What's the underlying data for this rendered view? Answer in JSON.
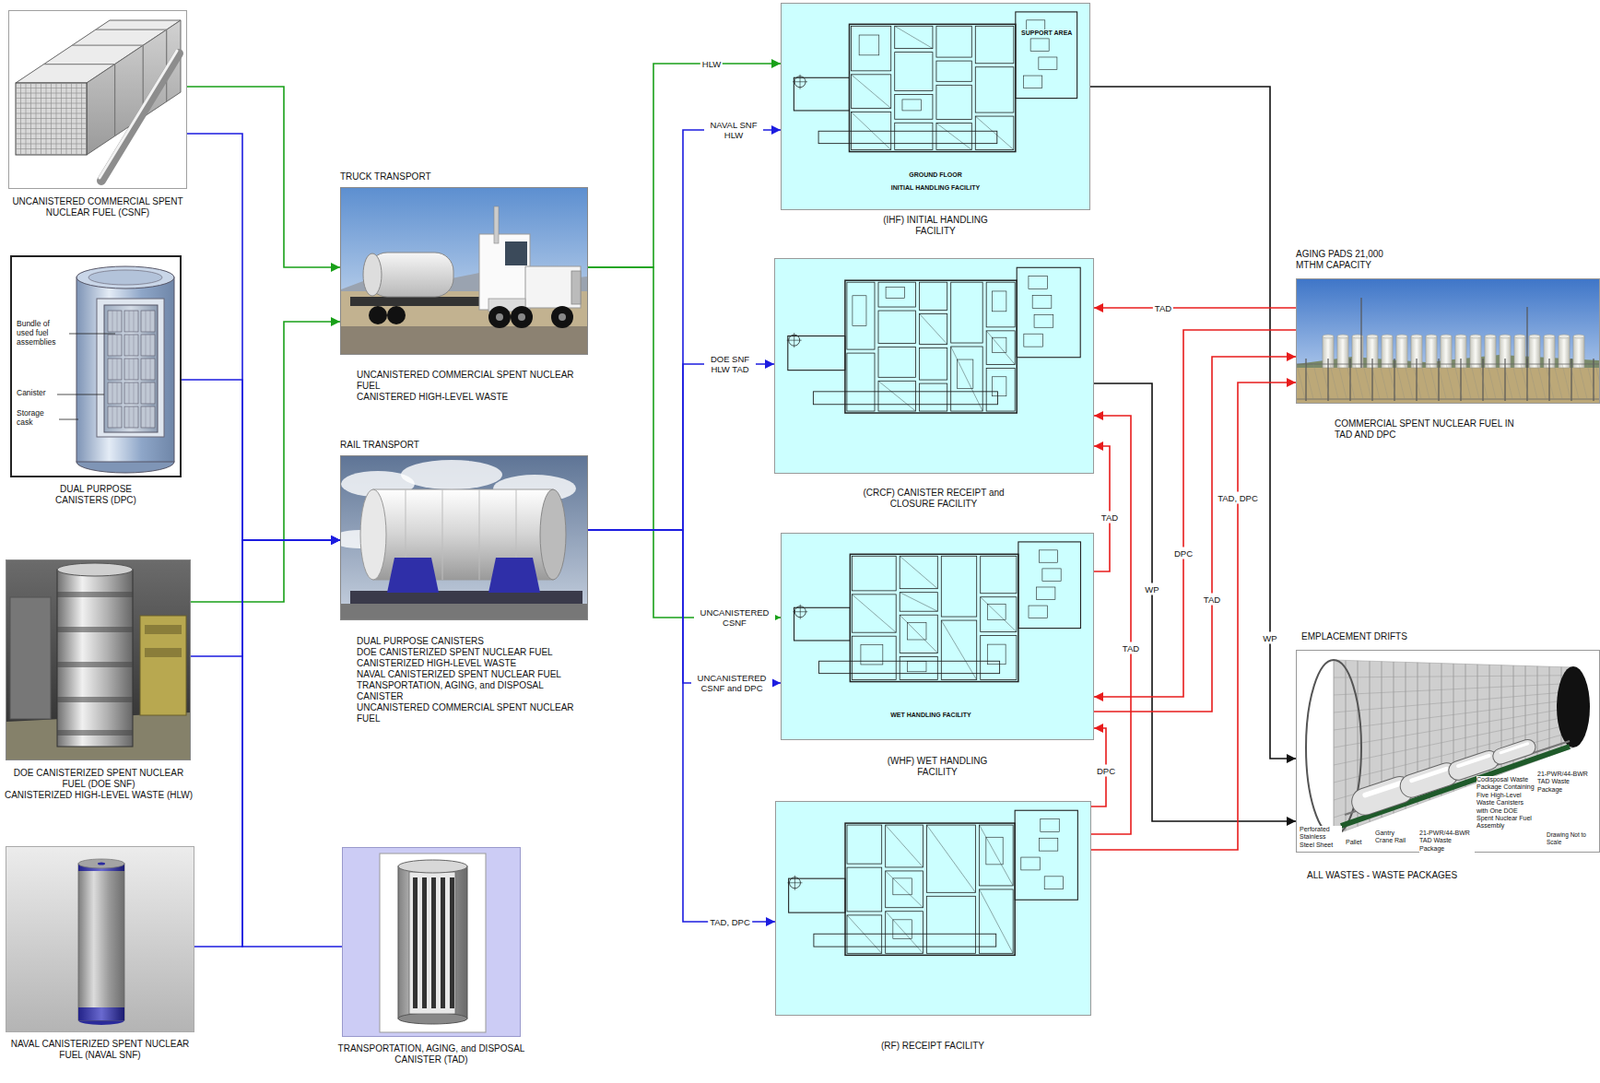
{
  "diagram": {
    "nodes": [
      {
        "text": [
          "UNCANISTERED COMMERCIAL SPENT NUCLEAR FUEL (CSNF)"
        ]
      },
      {
        "text": [
          "DUAL PURPOSE CANISTERS (DPC)"
        ]
      },
      {
        "text": [
          "DOE CANISTERIZED SPENT NUCLEAR FUEL (DOE SNF)",
          "CANISTERIZED HIGH-LEVEL WASTE (HLW)"
        ]
      },
      {
        "text": [
          "NAVAL CANISTERIZED SPENT NUCLEAR FUEL (NAVAL SNF)"
        ]
      },
      {
        "text": [
          "TRUCK TRANSPORT",
          "UNCANISTERED COMMERCIAL SPENT NUCLEAR FUEL",
          "CANISTERED HIGH-LEVEL WASTE"
        ]
      },
      {
        "text": [
          "RAIL TRANSPORT",
          "DUAL PURPOSE CANISTERS",
          "DOE CANISTERIZED SPENT NUCLEAR FUEL",
          "CANISTERIZED HIGH-LEVEL WASTE",
          "NAVAL CANISTERIZED SPENT NUCLEAR FUEL",
          "TRANSPORTATION, AGING, and DISPOSAL CANISTER",
          "UNCANISTERED COMMERCIAL SPENT NUCLEAR FUEL"
        ]
      },
      {
        "text": [
          "TRANSPORTATION, AGING, and DISPOSAL CANISTER (TAD)"
        ]
      },
      {
        "text": [
          "(IHF) INITIAL HANDLING FACILITY"
        ]
      },
      {
        "text": [
          "(CRCF) CANISTER RECEIPT and CLOSURE FACILITY"
        ]
      },
      {
        "text": [
          "(WHF) WET HANDLING FACILITY"
        ]
      },
      {
        "text": [
          "(RF) RECEIPT FACILITY"
        ]
      },
      {
        "text": [
          "AGING PADS 21,000 MTHM CAPACITY",
          "COMMERCIAL SPENT NUCLEAR FUEL IN TAD AND DPC"
        ]
      },
      {
        "text": [
          "EMPLACEMENT DRIFTS",
          "ALL WASTES - WASTE PACKAGES"
        ]
      }
    ],
    "edges": [
      {
        "from": 0,
        "to": 4,
        "arrow": "to"
      },
      {
        "from": 0,
        "to": 5,
        "arrow": "to"
      },
      {
        "from": 1,
        "to": 5,
        "arrow": "to"
      },
      {
        "from": 2,
        "to": 4,
        "arrow": "to"
      },
      {
        "from": 2,
        "to": 5,
        "arrow": "to"
      },
      {
        "from": 3,
        "to": 5,
        "arrow": "to"
      },
      {
        "from": 6,
        "to": 5,
        "arrow": "to"
      },
      {
        "from": 4,
        "to": 7,
        "label": "HLW",
        "arrow": "to"
      },
      {
        "from": 4,
        "to": 9,
        "label": "UNCANISTERED CSNF",
        "arrow": "to"
      },
      {
        "from": 5,
        "to": 7,
        "label": "NAVAL SNF HLW",
        "arrow": "to"
      },
      {
        "from": 5,
        "to": 8,
        "label": "DOE SNF HLW TAD",
        "arrow": "to"
      },
      {
        "from": 5,
        "to": 9,
        "label": "UNCANISTERED CSNF and DPC",
        "arrow": "to"
      },
      {
        "from": 5,
        "to": 10,
        "label": "TAD, DPC",
        "arrow": "to"
      },
      {
        "from": 7,
        "to": 12,
        "label": "WP",
        "arrow": "to"
      },
      {
        "from": 8,
        "to": 12,
        "label": "WP",
        "arrow": "to"
      },
      {
        "from": 11,
        "to": 8,
        "label": "TAD",
        "arrow": "to"
      },
      {
        "from": 11,
        "to": 9,
        "label": "DPC",
        "arrow": "to"
      },
      {
        "from": 9,
        "to": 11,
        "label": "TAD",
        "arrow": "to"
      },
      {
        "from": 10,
        "to": 11,
        "label": "TAD, DPC",
        "arrow": "to"
      },
      {
        "from": 9,
        "to": 8,
        "label": "TAD",
        "arrow": "to"
      },
      {
        "from": 10,
        "to": 8,
        "label": "TAD",
        "arrow": "to"
      },
      {
        "from": 10,
        "to": 9,
        "label": "DPC",
        "arrow": "to"
      }
    ],
    "labels": [
      "Bundle of used fuel assemblies",
      "Canister",
      "Storage cask",
      "SUPPORT AREA",
      "GROUND FLOOR",
      "INITIAL HANDLING FACILITY",
      "WET HANDLING FACILITY",
      "21-PWR/44-BWR TAD Waste Package",
      "Codisposal Waste Package Containing Five High-Level Waste Canisters with One DOE Spent Nuclear Fuel Assembly",
      "Perforated Stainless Steel Sheet",
      "Pallet",
      "Gantry Crane Rail",
      "21-PWR/44-BWR TAD Waste Package",
      "Drawing Not to Scale"
    ]
  }
}
